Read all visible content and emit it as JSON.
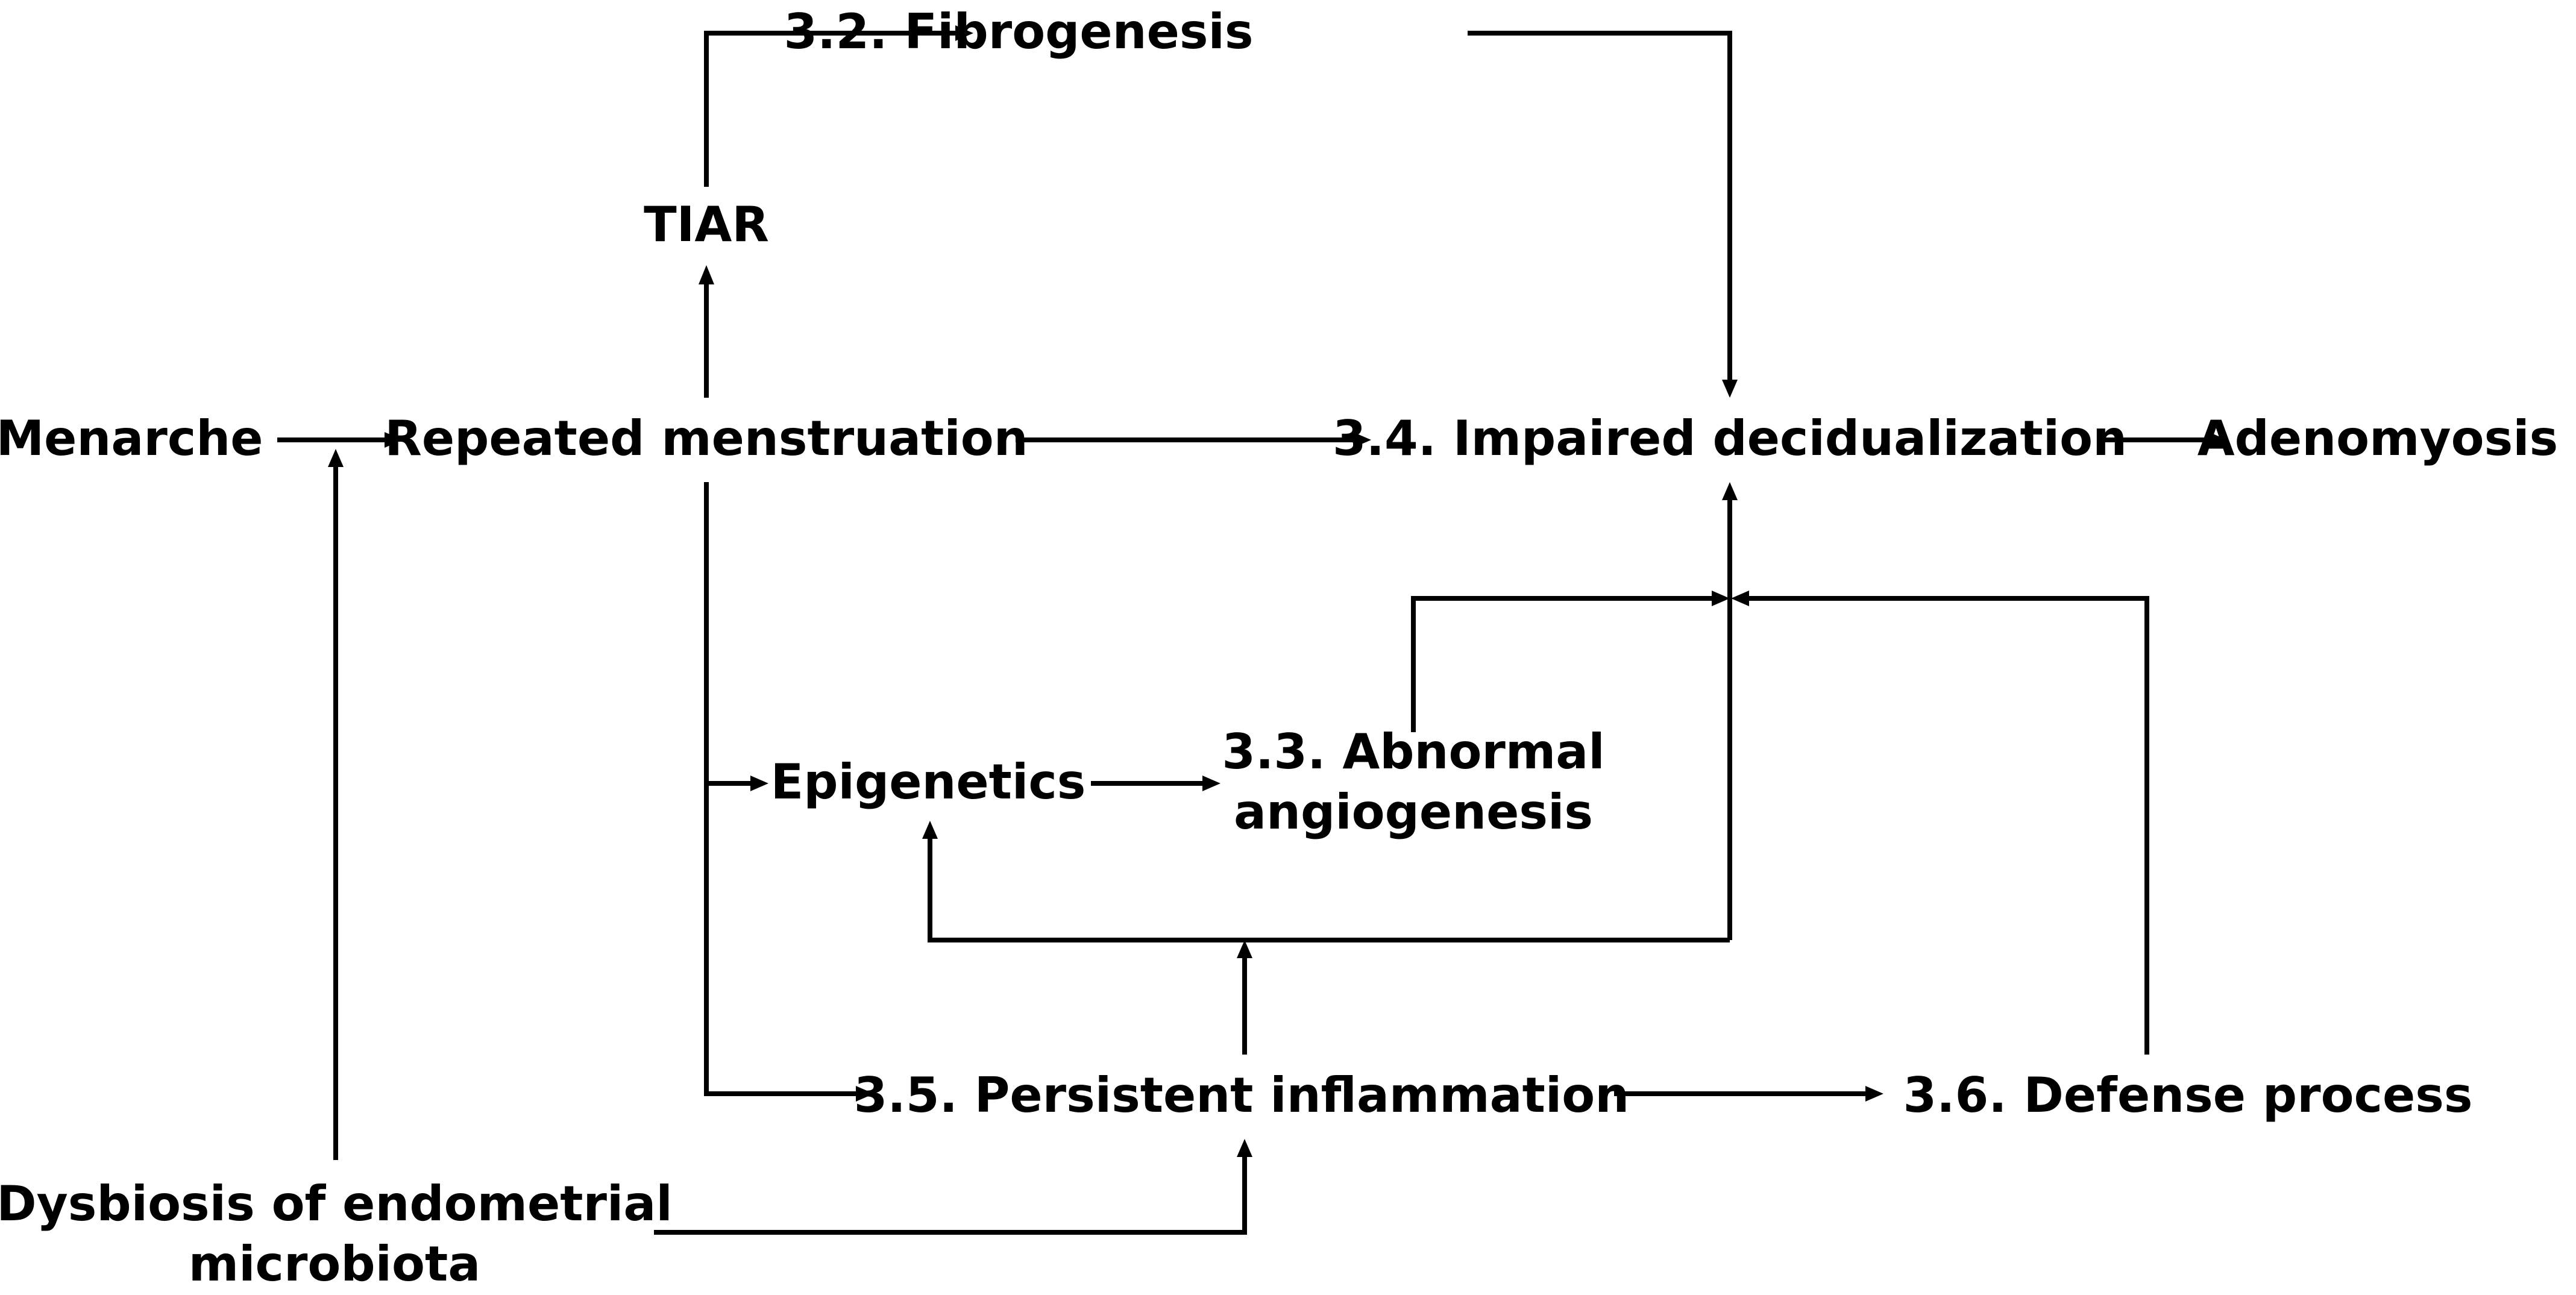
{
  "nodes": {
    "fibrogenesis": "3.2. Fibrogenesis",
    "tiar": "TIAR",
    "menarche": "Menarche",
    "repeated_menstruation": "Repeated menstruation",
    "impaired_decidualization": "3.4. Impaired decidualization",
    "adenomyosis": "Adenomyosis",
    "epigenetics": "Epigenetics",
    "abnormal_angiogenesis_line1": "3.3. Abnormal",
    "abnormal_angiogenesis_line2": "angiogenesis",
    "persistent_inflammation": "3.5. Persistent inflammation",
    "defense_process": "3.6. Defense process",
    "dysbiosis_line1": "Dysbiosis of endometrial",
    "dysbiosis_line2": "microbiota"
  },
  "colors": {
    "ink": "#000000",
    "background": "#ffffff"
  }
}
